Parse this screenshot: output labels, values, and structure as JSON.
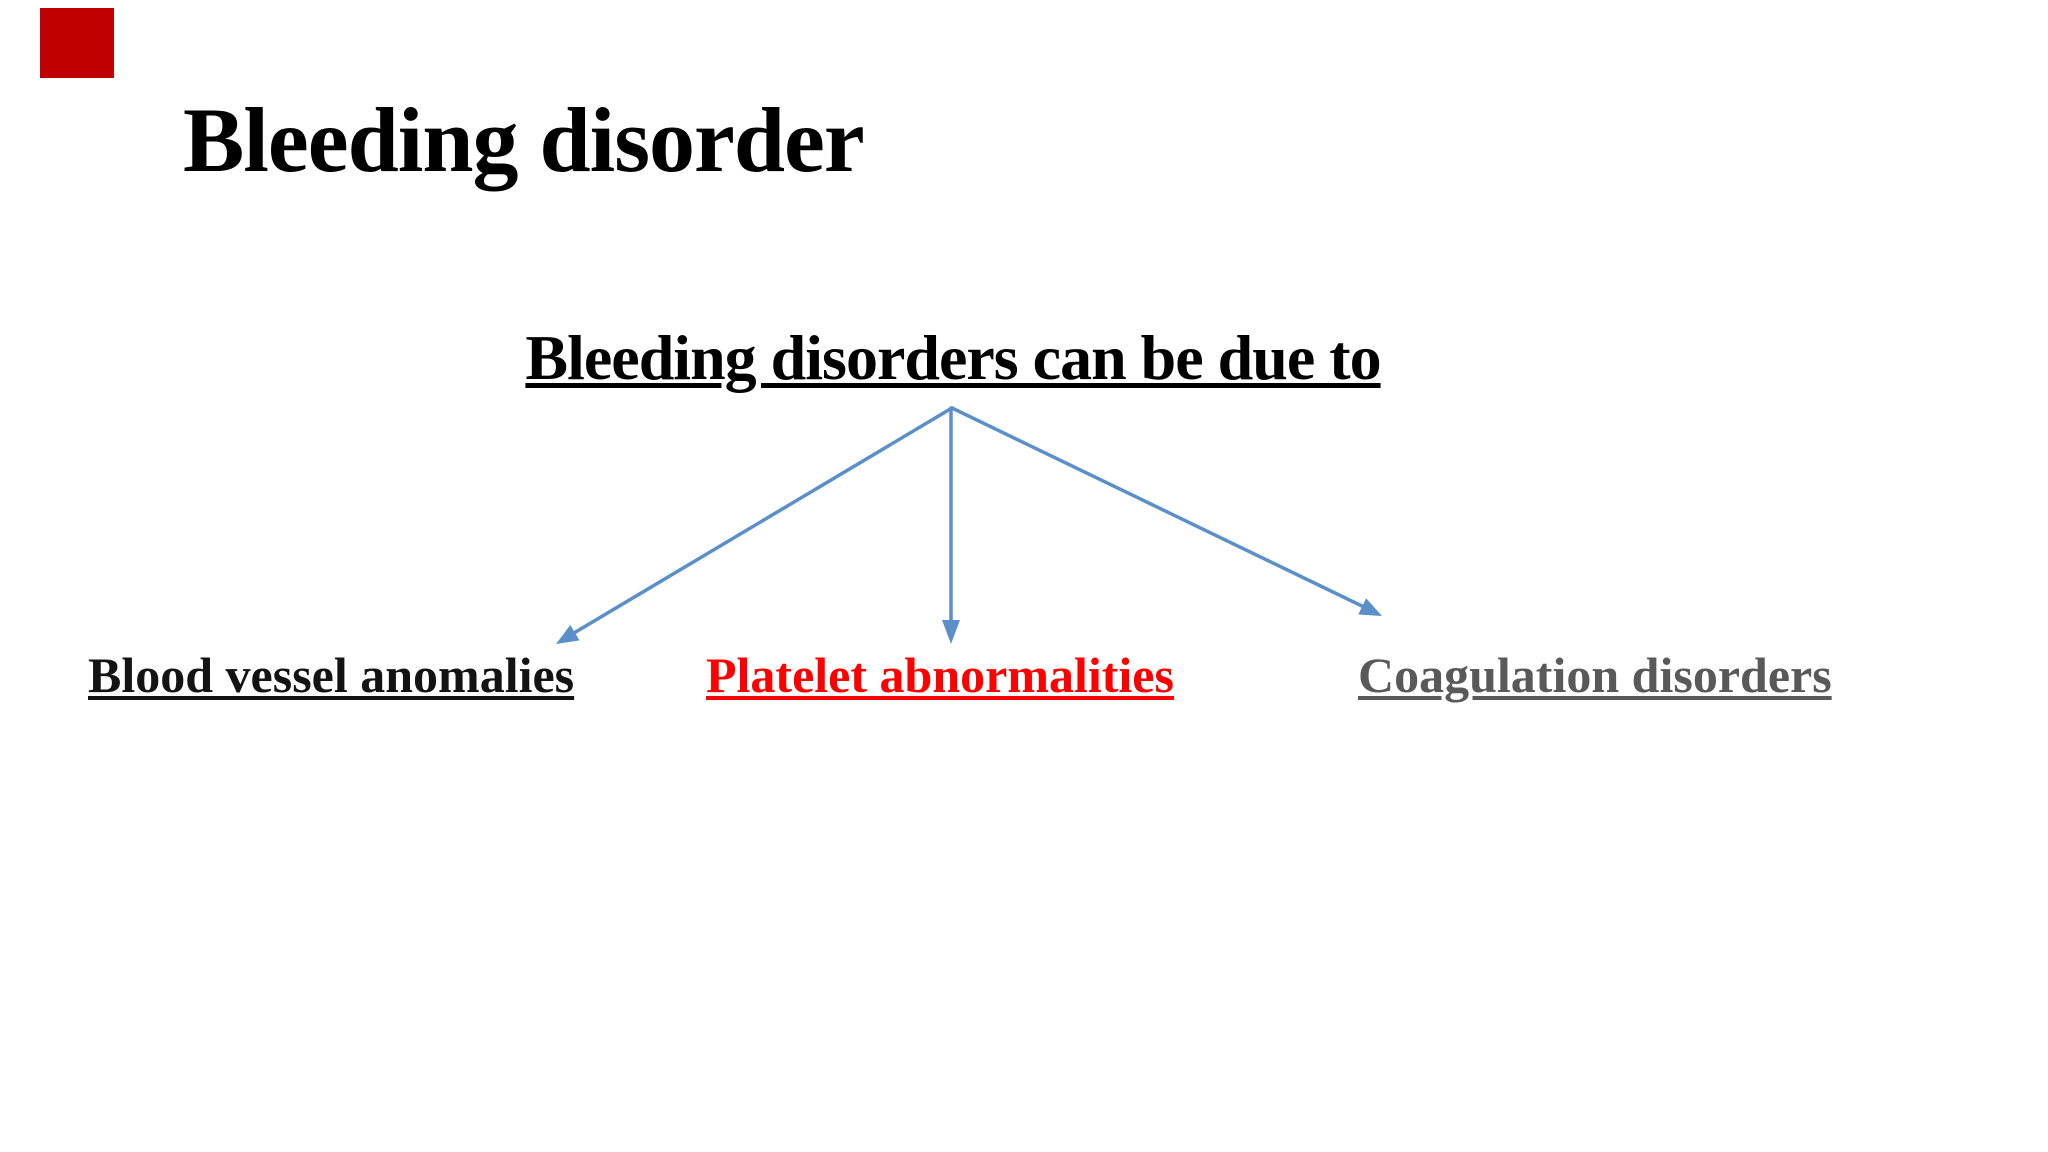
{
  "slide": {
    "title": "Bleeding disorder",
    "subtitle": "Bleeding disorders can be due to",
    "causes": [
      {
        "label": "Blood vessel anomalies",
        "color": "#131313"
      },
      {
        "label": "Platelet abnormalities",
        "color": "#fe0000"
      },
      {
        "label": "Coagulation disorders",
        "color": "#595959"
      }
    ],
    "colors": {
      "background": "#ffffff",
      "title_text": "#000000",
      "subtitle_text": "#000000",
      "arrow": "#5b8fc9",
      "accent_rectangle": "#c00000"
    }
  }
}
